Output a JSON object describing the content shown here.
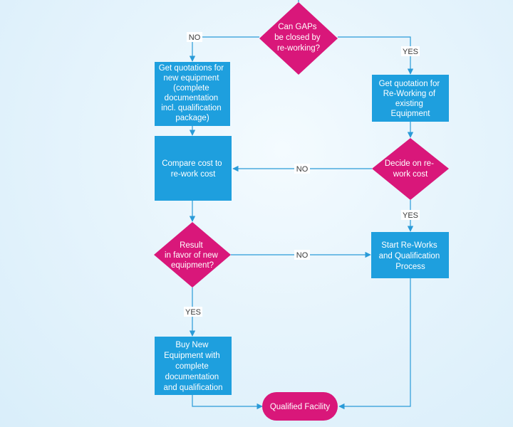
{
  "colors": {
    "process": "#1e9fde",
    "process_border": "#1584bf",
    "decision": "#d9177a",
    "terminal": "#d9177a",
    "connector": "#2a9bd8",
    "label_bg": "#ffffff",
    "label_text": "#3a3a3a"
  },
  "nodes": {
    "can_gaps": [
      "Can GAPs",
      "be closed by",
      "re-working?"
    ],
    "quote_new": [
      "Get quotations for",
      "new equipment",
      "(complete",
      "documentation",
      "incl. qualification",
      "package)"
    ],
    "quote_rework": [
      "Get quotation for",
      "Re-Working of",
      "existing",
      "Equipment"
    ],
    "compare_cost": [
      "Compare cost to",
      "re-work cost"
    ],
    "decide_rework": [
      "Decide on re-",
      "work cost"
    ],
    "result_favor": [
      "Result",
      "in favor of new",
      "equipment?"
    ],
    "start_reworks": [
      "Start Re-Works",
      "and Qualification",
      "Process"
    ],
    "buy_new": [
      "Buy New",
      "Equipment with",
      "complete",
      "documentation",
      "and qualification"
    ],
    "qualified": [
      "Qualified Facility"
    ]
  },
  "edge_labels": {
    "gaps_no": "NO",
    "gaps_yes": "YES",
    "decide_no": "NO",
    "decide_yes": "YES",
    "result_no": "NO",
    "result_yes": "YES"
  }
}
